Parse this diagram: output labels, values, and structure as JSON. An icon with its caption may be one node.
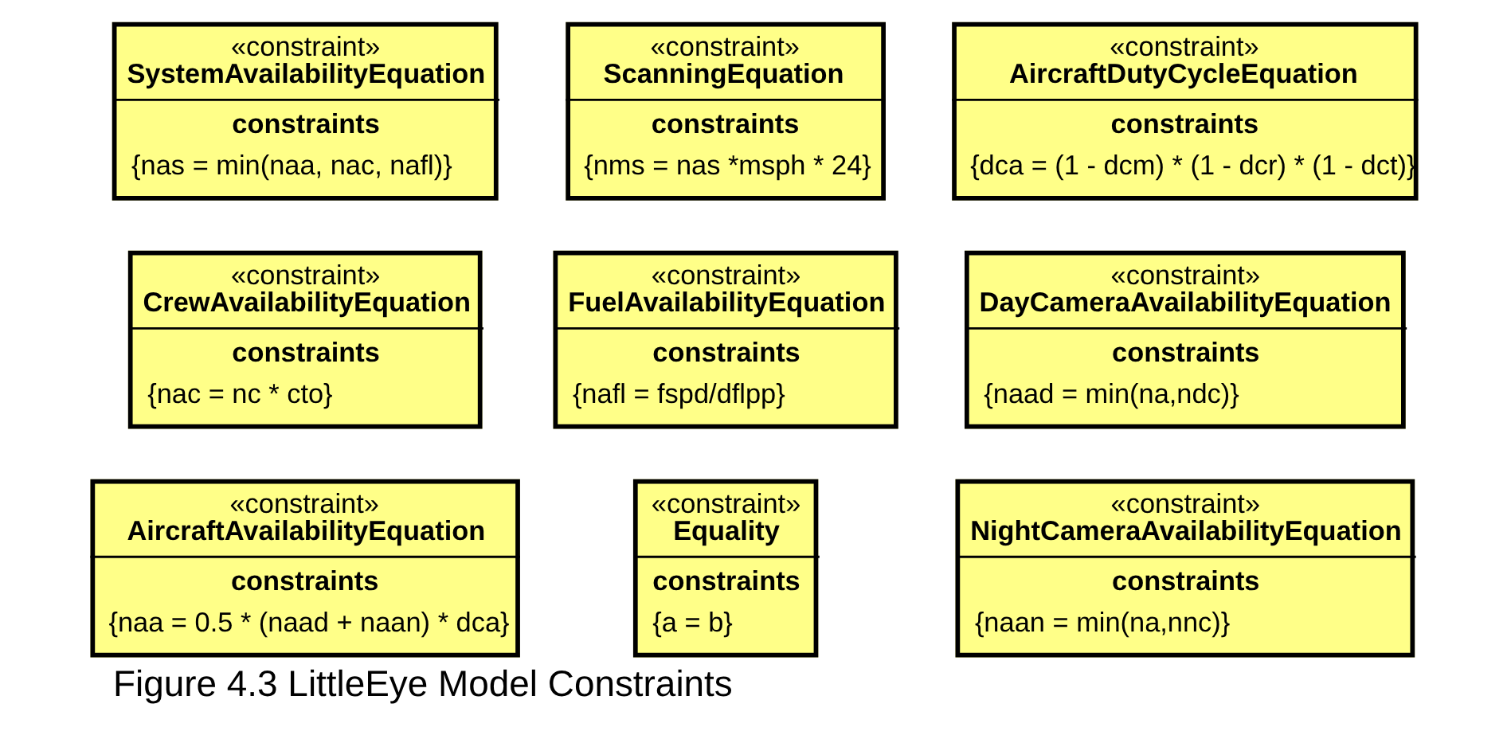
{
  "diagram": {
    "caption": "Figure 4.3 LittleEye Model Constraints",
    "nodes": [
      {
        "text": [
          "«constraint»",
          "SystemAvailabilityEquation",
          "constraints",
          "{nas = min(naa, nac, nafl)}"
        ]
      },
      {
        "text": [
          "«constraint»",
          "ScanningEquation",
          "constraints",
          "{nms = nas *msph * 24}"
        ]
      },
      {
        "text": [
          "«constraint»",
          "AircraftDutyCycleEquation",
          "constraints",
          "{dca = (1 - dcm) * (1 - dcr) * (1 - dct)}"
        ]
      },
      {
        "text": [
          "«constraint»",
          "CrewAvailabilityEquation",
          "constraints",
          "{nac = nc * cto}"
        ]
      },
      {
        "text": [
          "«constraint»",
          "FuelAvailabilityEquation",
          "constraints",
          "{nafl = fspd/dflpp}"
        ]
      },
      {
        "text": [
          "«constraint»",
          "DayCameraAvailabilityEquation",
          "constraints",
          "{naad = min(na,ndc)}"
        ]
      },
      {
        "text": [
          "«constraint»",
          "AircraftAvailabilityEquation",
          "constraints",
          "{naa = 0.5 * (naad + naan) * dca}"
        ]
      },
      {
        "text": [
          "«constraint»",
          "Equality",
          "constraints",
          "{a = b}"
        ]
      },
      {
        "text": [
          "«constraint»",
          "NightCameraAvailabilityEquation",
          "constraints",
          "{naan = min(na,nnc)}"
        ]
      }
    ],
    "edges": []
  }
}
